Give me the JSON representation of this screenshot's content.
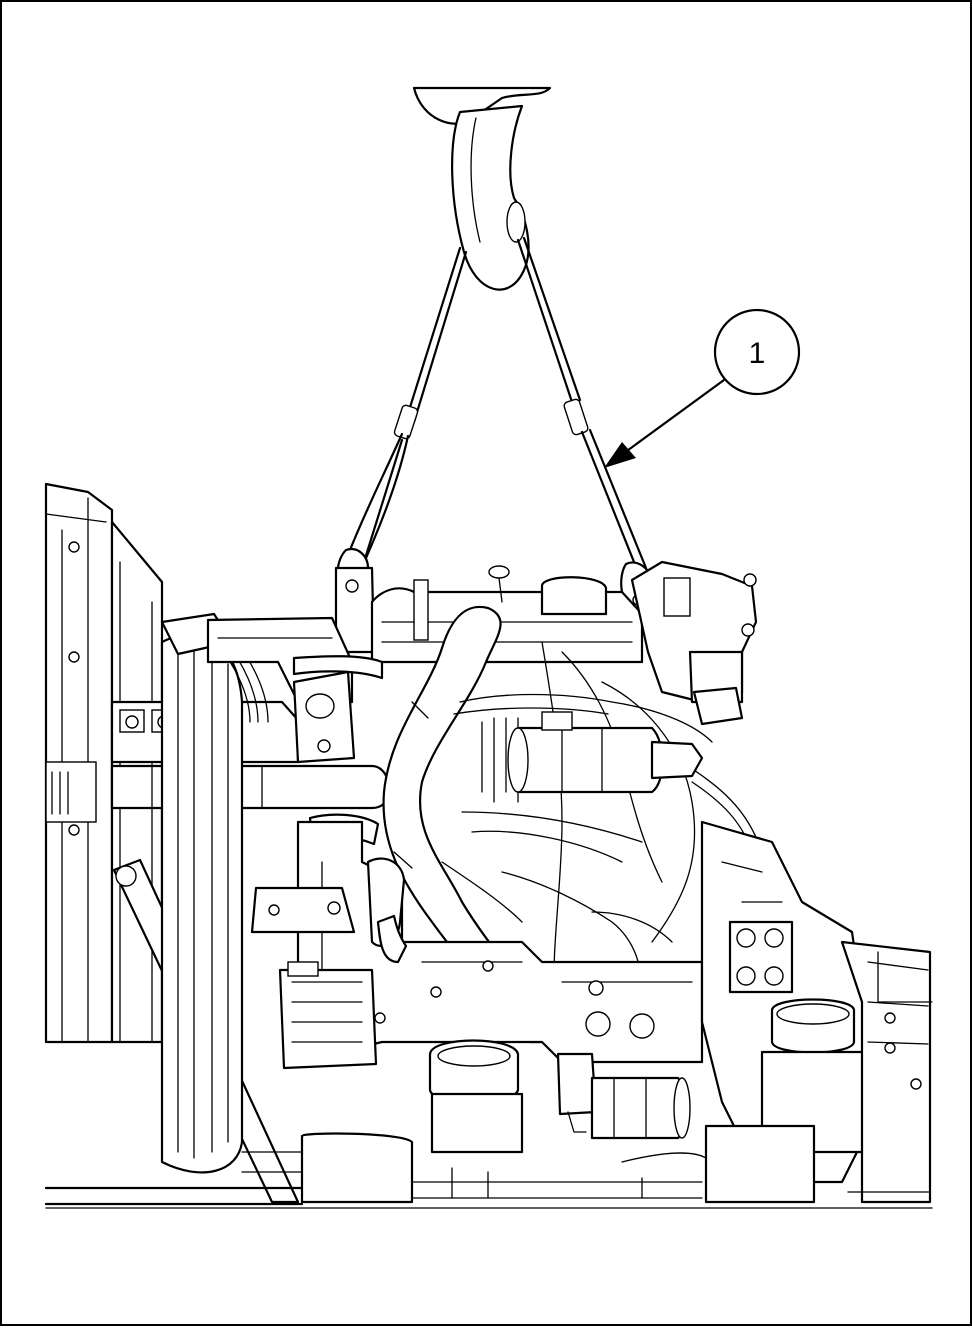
{
  "figure": {
    "callouts": [
      {
        "id": "callout-1",
        "label": "1",
        "target": "lifting-chain"
      }
    ],
    "line_color": "#000000",
    "background_color": "#ffffff"
  }
}
